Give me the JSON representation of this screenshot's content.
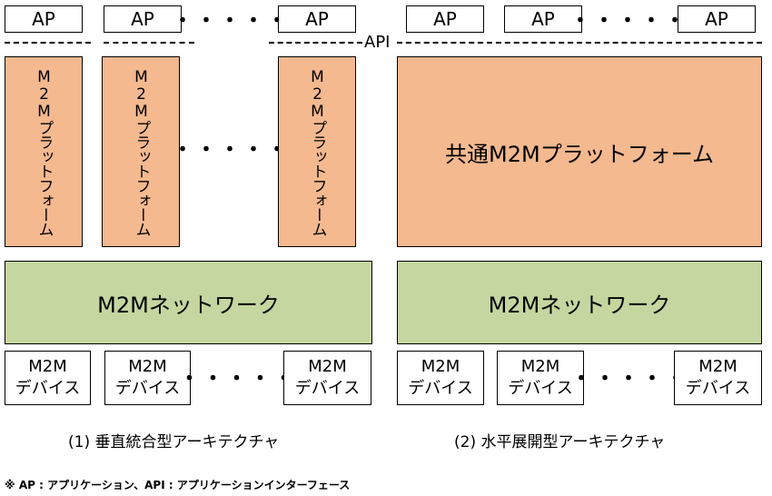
{
  "ap_label": "AP",
  "dots": "・・・・・",
  "api_label": "API",
  "vertical_platform_label": "M2Mプラットフォーム",
  "common_platform_label": "共通M2Mプラットフォーム",
  "network_label": "M2Mネットワーク",
  "device_line1": "M2M",
  "device_line2": "デバイス",
  "caption_left": "(1) 垂直統合型アーキテクチャ",
  "caption_right": "(2) 水平展開型アーキテクチャ",
  "footnote": "※ AP : アプリケーション、API : アプリケーションインターフェース",
  "colors": {
    "platform_fill": "#f4b98f",
    "network_fill": "#c5d6a0"
  }
}
